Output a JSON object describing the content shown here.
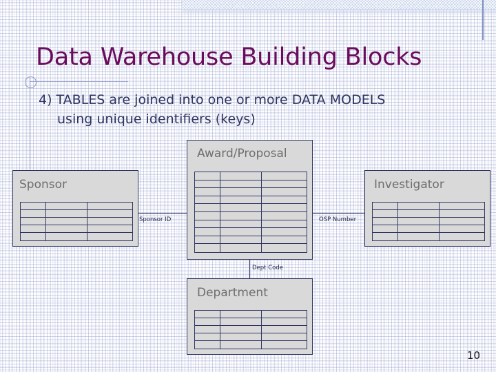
{
  "slide": {
    "title": "Data Warehouse Building Blocks",
    "page_number": "10",
    "title_color": "#6b0b5c",
    "body_color": "#2e3560",
    "band_color": "#c8d4ea",
    "entity_fill": "#d9d9d9",
    "entity_border": "#2e3560"
  },
  "body": {
    "line1": "4) TABLES are joined into one or more DATA MODELS",
    "line2": "using unique identifiers (keys)"
  },
  "diagram": {
    "entities": [
      {
        "id": "award",
        "name": "Award/Proposal",
        "columns": 3,
        "rows": 10
      },
      {
        "id": "sponsor",
        "name": "Sponsor",
        "columns": 3,
        "rows": 5
      },
      {
        "id": "invest",
        "name": "Investigator",
        "columns": 3,
        "rows": 5
      },
      {
        "id": "dept",
        "name": "Department",
        "columns": 3,
        "rows": 5
      }
    ],
    "relationships": [
      {
        "id": "sponsor-award",
        "label": "Sponsor ID",
        "from": "sponsor",
        "to": "award"
      },
      {
        "id": "award-invest",
        "label": "OSP Number",
        "from": "award",
        "to": "invest"
      },
      {
        "id": "award-dept",
        "label": "Dept Code",
        "from": "award",
        "to": "dept"
      }
    ]
  }
}
